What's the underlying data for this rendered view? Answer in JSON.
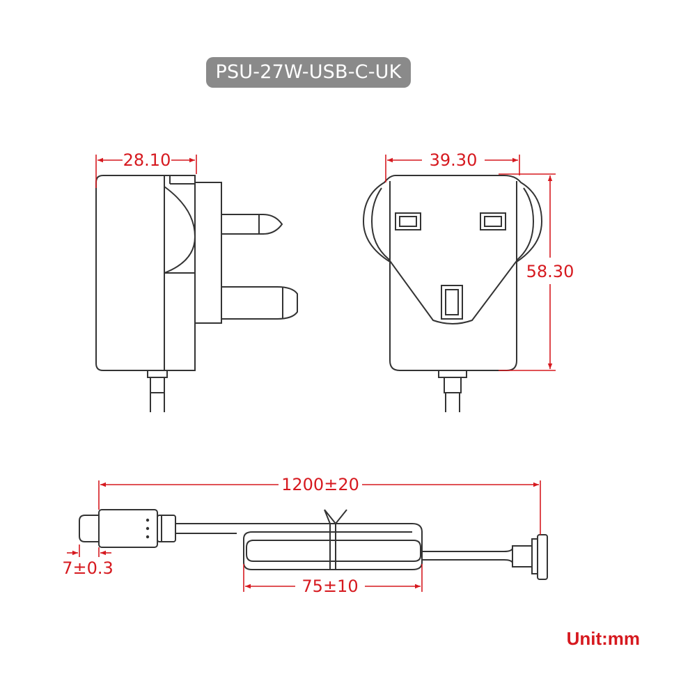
{
  "title": "PSU-27W-USB-C-UK",
  "unit_label": "Unit:mm",
  "colors": {
    "dimension": "#d6191f",
    "outline": "#333333",
    "badge": "#8a8a8a",
    "badge_text": "#ffffff"
  },
  "dimensions": {
    "side_width": "28.10",
    "front_width": "39.30",
    "front_height": "58.30",
    "cable_length": "1200±20",
    "connector_length": "7±0.3",
    "coil_length": "75±10"
  }
}
